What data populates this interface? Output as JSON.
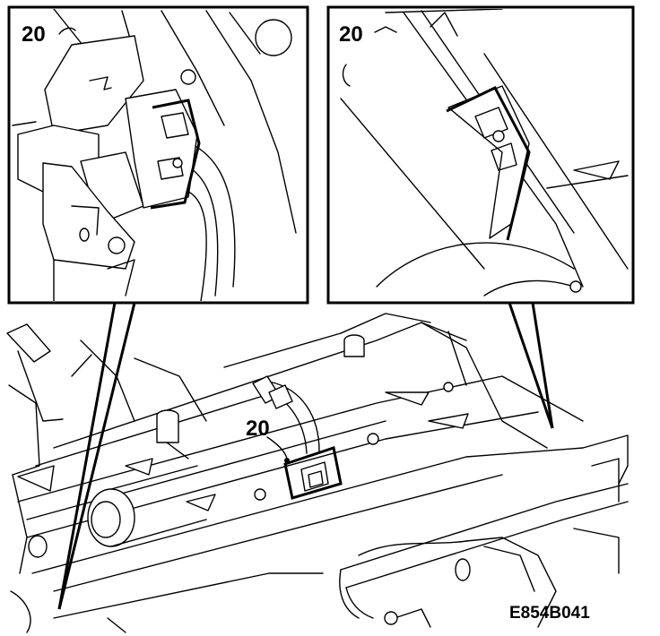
{
  "figure": {
    "inset_left": {
      "callout": "20"
    },
    "inset_right": {
      "callout": "20"
    },
    "main_view": {
      "callout": "20"
    },
    "figure_code": "E854B041"
  },
  "colors": {
    "line": "#000000",
    "background": "#ffffff"
  },
  "icons": {
    "callout_pointer": "arrow-dot",
    "clip": "bracket-clip"
  }
}
